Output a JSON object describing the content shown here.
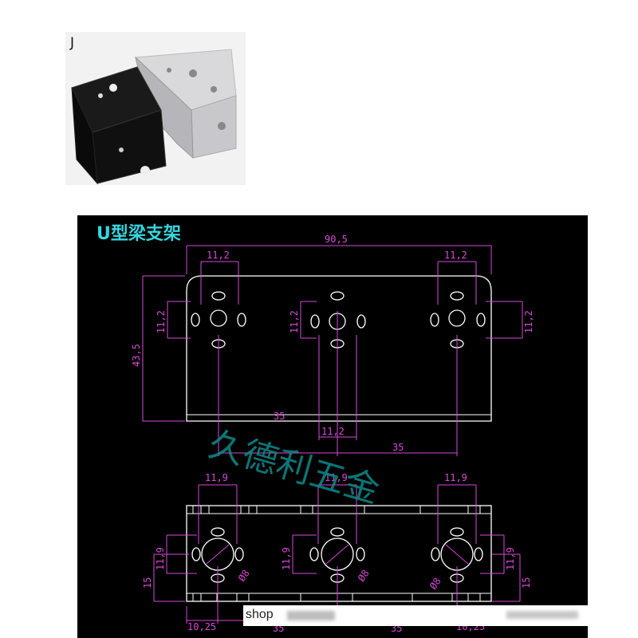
{
  "photo": {
    "label": "J"
  },
  "drawing": {
    "title": "U型梁支架",
    "watermark": "久德利五金",
    "top_view": {
      "overall_width": "90,5",
      "height": "43,5",
      "hole_spacing_top": "11,2",
      "hole_spacing_side": "11,2",
      "center_spacing": "35",
      "bottom_spacing": "11,2"
    },
    "bottom_view": {
      "hole_spacing_top": "11,9",
      "hole_spacing_side": "11,9",
      "diameter": "Ø8",
      "side_offset": "15",
      "edge_offset": "10,25",
      "center_spacing": "35"
    }
  },
  "footer": {
    "shop_text": "shop"
  },
  "colors": {
    "dimension": "#d84ad8",
    "outline": "#ffffff",
    "title": "#36d6e0",
    "watermark": "#0e8a8a"
  }
}
